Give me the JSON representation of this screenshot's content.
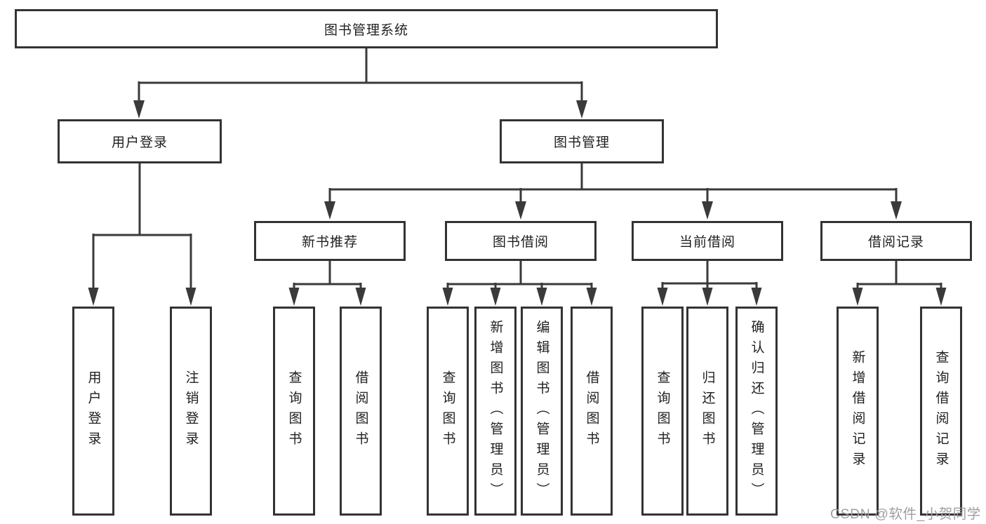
{
  "diagram": {
    "root": {
      "label": "图书管理系统"
    },
    "branches": [
      {
        "label": "用户登录",
        "children": [
          {
            "label": "用户登录"
          },
          {
            "label": "注销登录"
          }
        ]
      },
      {
        "label": "图书管理",
        "children": [
          {
            "label": "新书推荐",
            "children": [
              {
                "label": "查询图书"
              },
              {
                "label": "借阅图书"
              }
            ]
          },
          {
            "label": "图书借阅",
            "children": [
              {
                "label": "查询图书"
              },
              {
                "label": "新增图书（管理员）"
              },
              {
                "label": "编辑图书（管理员）"
              },
              {
                "label": "借阅图书"
              }
            ]
          },
          {
            "label": "当前借阅",
            "children": [
              {
                "label": "查询图书"
              },
              {
                "label": "归还图书"
              },
              {
                "label": "确认归还（管理员）"
              }
            ]
          },
          {
            "label": "借阅记录",
            "children": [
              {
                "label": "新增借阅记录"
              },
              {
                "label": "查询借阅记录"
              }
            ]
          }
        ]
      }
    ]
  },
  "watermark": {
    "text": "CSDN @软件_小贺同学"
  },
  "colors": {
    "line": "#3a3a3a",
    "box_border": "#333333",
    "box_fill": "#ffffff",
    "text": "#1f1f1f",
    "watermark": "#9e9e9e",
    "background": "#ffffff"
  }
}
